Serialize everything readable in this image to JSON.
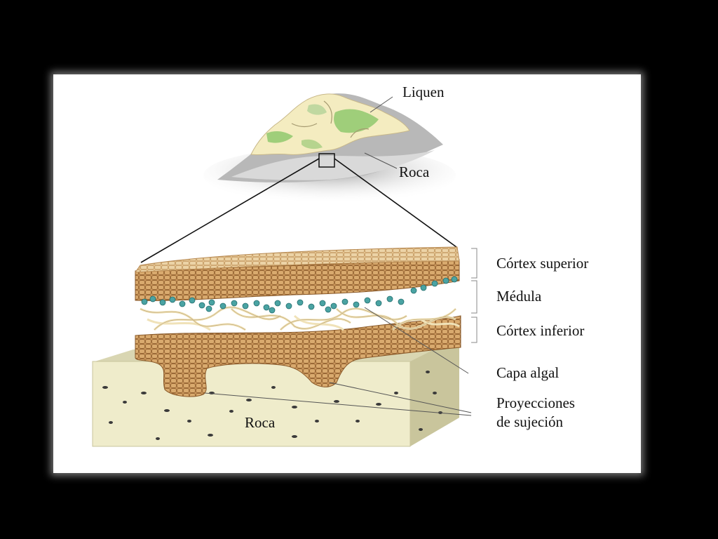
{
  "labels": {
    "lichen": "Liquen",
    "rock_top": "Roca",
    "upper_cortex": "Córtex superior",
    "medulla": "Médula",
    "lower_cortex": "Córtex inferior",
    "algal_layer": "Capa algal",
    "attachment_line1": "Proyecciones",
    "attachment_line2": "de sujeción",
    "rock_block": "Roca"
  },
  "colors": {
    "background": "#000000",
    "panel": "#ffffff",
    "fungal_cells": "#c9955a",
    "cell_outline": "#8a5a2a",
    "algae": "#4aa3a3",
    "hyphae": "#f0e2b8",
    "rock": "#efeccb",
    "lichen_thallus": "#f4ecc0",
    "lichen_green": "#9fce7a",
    "rock_gray": "#a9a9a9"
  }
}
